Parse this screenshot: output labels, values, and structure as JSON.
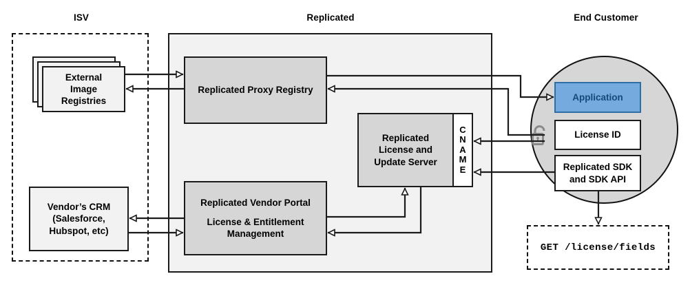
{
  "diagram": {
    "title_zones": [
      {
        "key": "isv",
        "label": "ISV"
      },
      {
        "key": "replicated",
        "label": "Replicated"
      },
      {
        "key": "end_customer",
        "label": "End Customer"
      }
    ],
    "colors": {
      "node_grey": "#d6d6d6",
      "node_light": "#f2f2f2",
      "panel_grey": "#f2f2f2",
      "circle_grey": "#d6d6d6",
      "application_blue": "#74aade",
      "application_blue_border": "#2f6ea5",
      "application_text": "#134a78",
      "stroke": "#1a1a1a",
      "white": "#ffffff"
    },
    "nodes": {
      "external_image_registries": {
        "lines": [
          "External",
          "Image",
          "Registries"
        ]
      },
      "replicated_proxy_registry": {
        "lines": [
          "Replicated Proxy Registry"
        ]
      },
      "replicated_license_update_server": {
        "lines": [
          "Replicated",
          "License and",
          "Update Server"
        ]
      },
      "cname": {
        "letters": [
          "C",
          "N",
          "A",
          "M",
          "E"
        ]
      },
      "vendors_crm": {
        "lines": [
          "Vendor’s CRM",
          "(Salesforce,",
          "Hubspot, etc)"
        ]
      },
      "replicated_vendor_portal": {
        "lines": [
          "Replicated Vendor Portal",
          "",
          "License & Entitlement",
          "Management"
        ]
      },
      "application": {
        "lines": [
          "Application"
        ]
      },
      "license_id": {
        "lines": [
          "License ID"
        ]
      },
      "replicated_sdk": {
        "lines": [
          "Replicated SDK",
          "and SDK API"
        ]
      },
      "api_request": {
        "text": "GET /license/fields"
      }
    },
    "icons": {
      "unlocked_padlock": "unlock-icon"
    }
  }
}
